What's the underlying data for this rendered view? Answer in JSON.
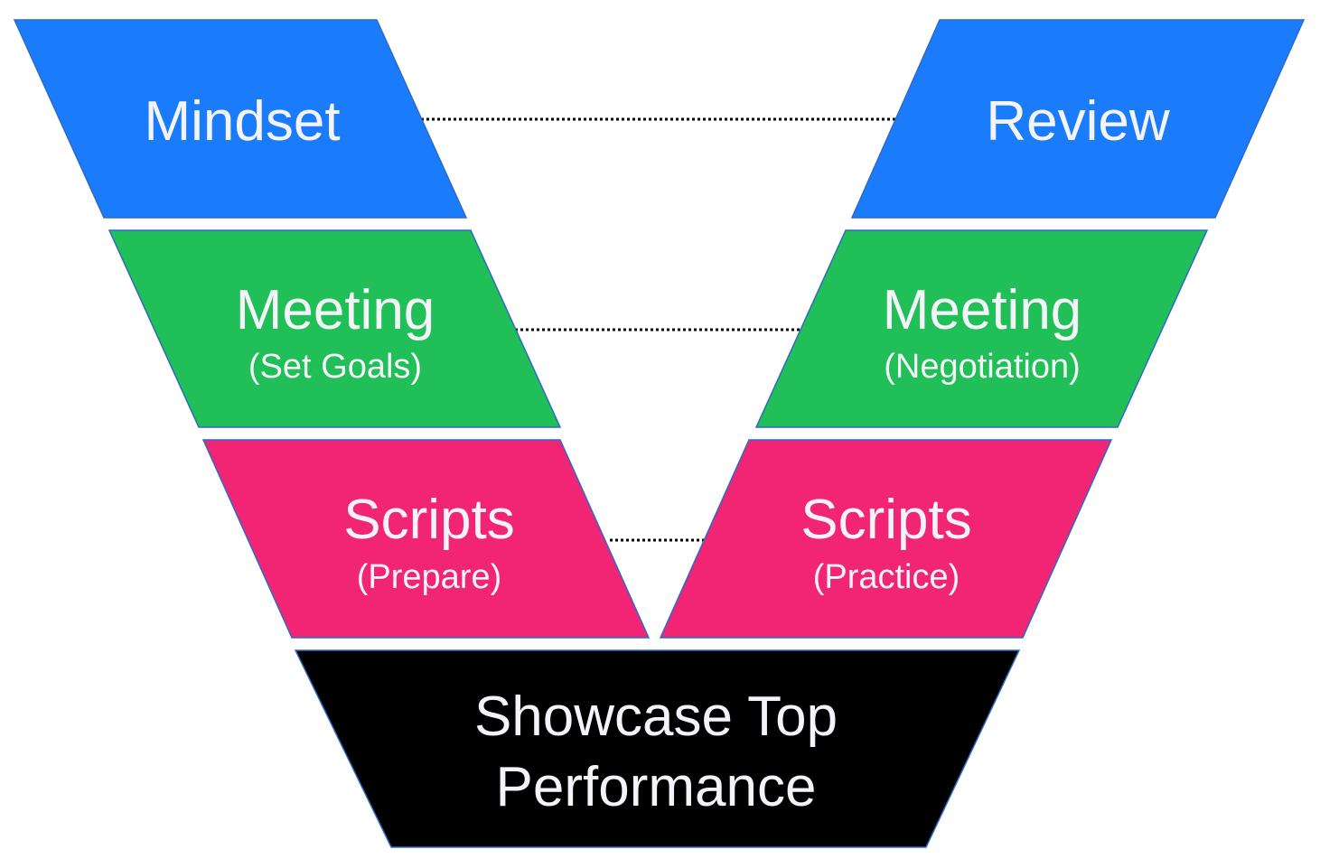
{
  "diagram": {
    "type": "v-model",
    "colors": {
      "blue": "#1a7cfa",
      "green": "#21bf57",
      "pink": "#f22474",
      "black": "#000000",
      "text": "#f4f4f8",
      "connector": "#000000"
    },
    "left": [
      {
        "id": "mindset",
        "title": "Mindset",
        "subtitle": "",
        "color": "#1a7cfa"
      },
      {
        "id": "meeting-set-goals",
        "title": "Meeting",
        "subtitle": "(Set Goals)",
        "color": "#21bf57"
      },
      {
        "id": "scripts-prepare",
        "title": "Scripts",
        "subtitle": "(Prepare)",
        "color": "#f22474"
      }
    ],
    "right": [
      {
        "id": "review",
        "title": "Review",
        "subtitle": "",
        "color": "#1a7cfa"
      },
      {
        "id": "meeting-negotiation",
        "title": "Meeting",
        "subtitle": "(Negotiation)",
        "color": "#21bf57"
      },
      {
        "id": "scripts-practice",
        "title": "Scripts",
        "subtitle": "(Practice)",
        "color": "#f22474"
      }
    ],
    "bottom": {
      "id": "showcase-top-performance",
      "lines": [
        "Showcase Top",
        "Performance"
      ],
      "color": "#000000"
    },
    "connections": [
      {
        "from": "mindset",
        "to": "review",
        "style": "dotted"
      },
      {
        "from": "meeting-set-goals",
        "to": "meeting-negotiation",
        "style": "dotted"
      },
      {
        "from": "scripts-prepare",
        "to": "scripts-practice",
        "style": "dotted"
      }
    ]
  }
}
